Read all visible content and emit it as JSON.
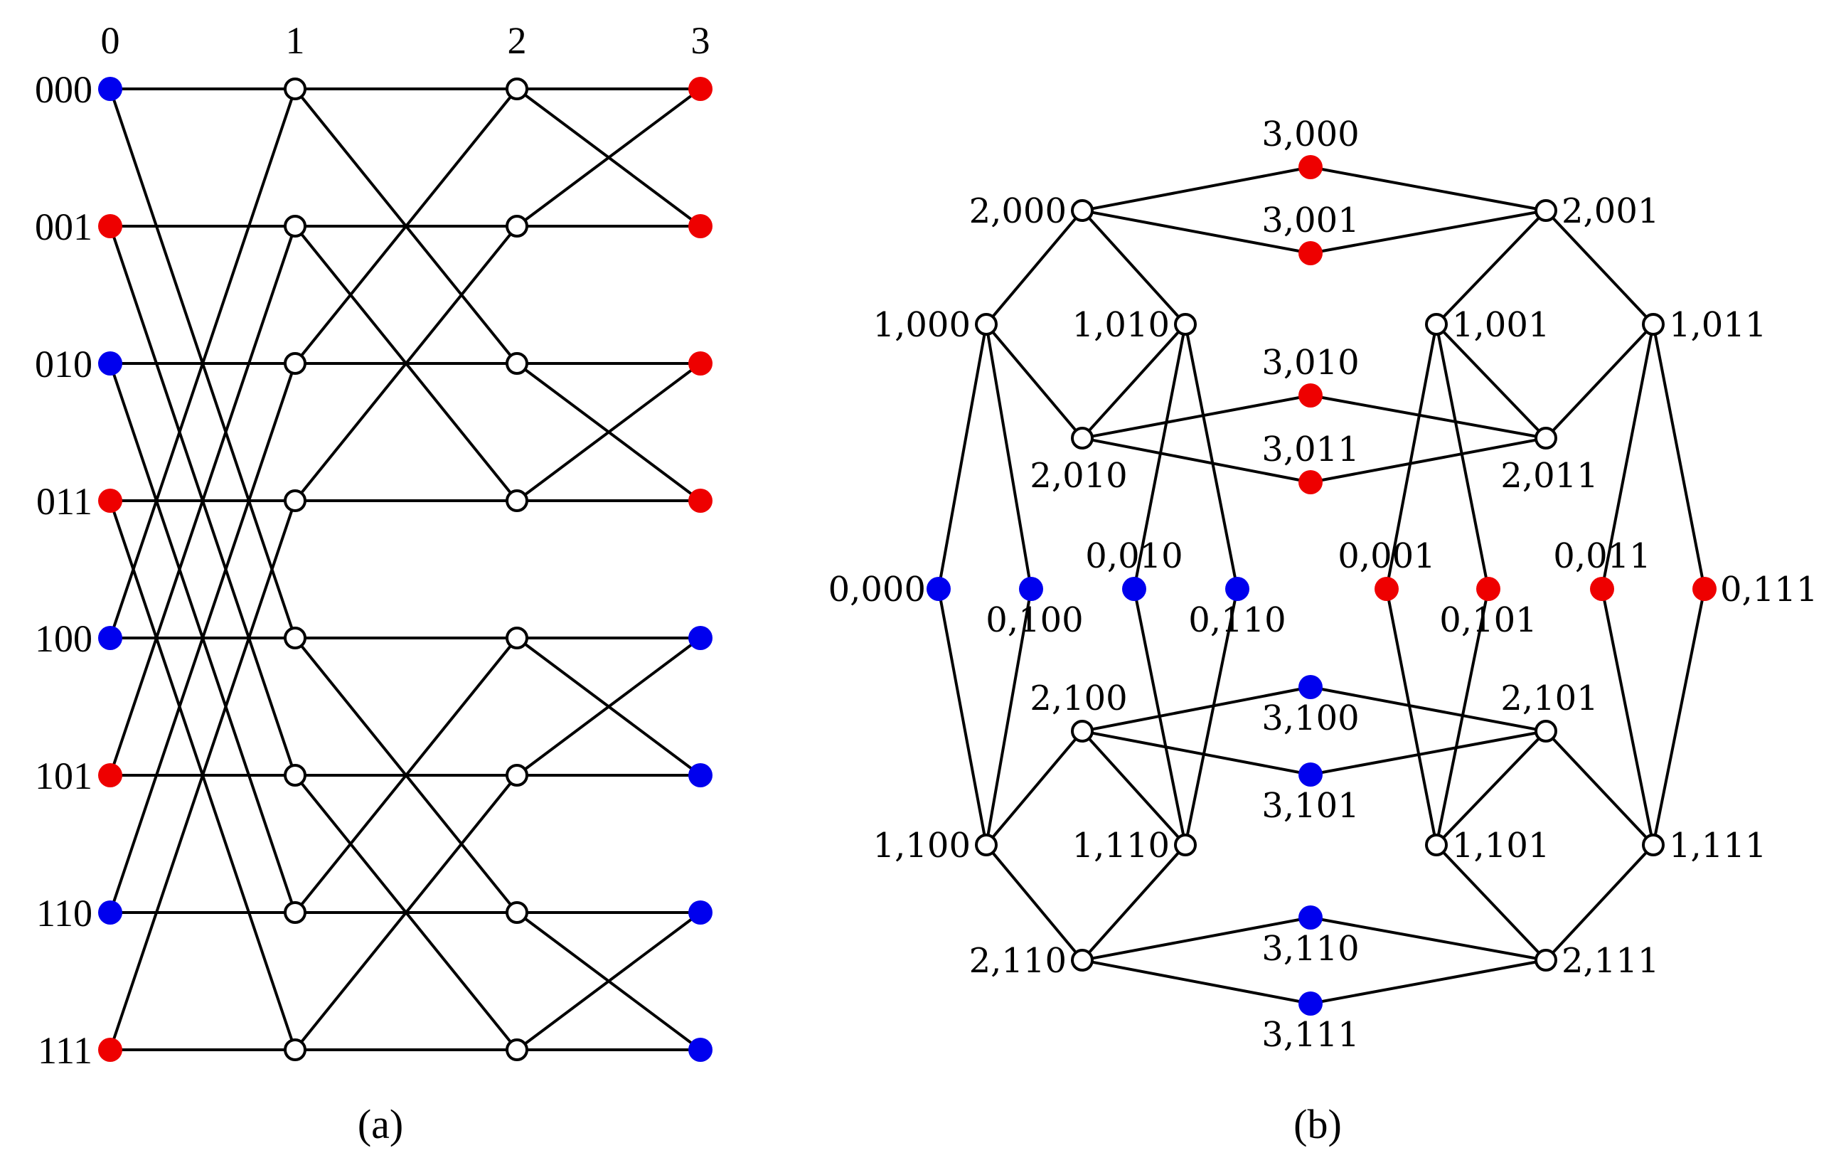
{
  "colors": {
    "blue": "#0000ee",
    "red": "#ee0000",
    "white": "#ffffff",
    "stroke": "#000000"
  },
  "panel_a": {
    "caption": "(a)",
    "level_labels": [
      "0",
      "1",
      "2",
      "3"
    ],
    "row_labels": [
      "000",
      "001",
      "010",
      "011",
      "100",
      "101",
      "110",
      "111"
    ],
    "level0_colors": [
      "blue",
      "red",
      "blue",
      "red",
      "blue",
      "red",
      "blue",
      "red"
    ],
    "level3_colors": [
      "red",
      "red",
      "red",
      "red",
      "blue",
      "blue",
      "blue",
      "blue"
    ]
  },
  "panel_b": {
    "caption": "(b)",
    "nodes": [
      {
        "id": "3,000",
        "label": "3,000",
        "color": "red"
      },
      {
        "id": "3,001",
        "label": "3,001",
        "color": "red"
      },
      {
        "id": "2,000",
        "label": "2,000",
        "color": "white"
      },
      {
        "id": "2,001",
        "label": "2,001",
        "color": "white"
      },
      {
        "id": "1,000",
        "label": "1,000",
        "color": "white"
      },
      {
        "id": "1,010",
        "label": "1,010",
        "color": "white"
      },
      {
        "id": "1,001",
        "label": "1,001",
        "color": "white"
      },
      {
        "id": "1,011",
        "label": "1,011",
        "color": "white"
      },
      {
        "id": "3,010",
        "label": "3,010",
        "color": "red"
      },
      {
        "id": "3,011",
        "label": "3,011",
        "color": "red"
      },
      {
        "id": "2,010",
        "label": "2,010",
        "color": "white"
      },
      {
        "id": "2,011",
        "label": "2,011",
        "color": "white"
      },
      {
        "id": "0,000",
        "label": "0,000",
        "color": "blue"
      },
      {
        "id": "0,100",
        "label": "0,100",
        "color": "blue"
      },
      {
        "id": "0,010",
        "label": "0,010",
        "color": "blue"
      },
      {
        "id": "0,110",
        "label": "0,110",
        "color": "blue"
      },
      {
        "id": "0,001",
        "label": "0,001",
        "color": "red"
      },
      {
        "id": "0,101",
        "label": "0,101",
        "color": "red"
      },
      {
        "id": "0,011",
        "label": "0,011",
        "color": "red"
      },
      {
        "id": "0,111",
        "label": "0,111",
        "color": "red"
      },
      {
        "id": "3,100",
        "label": "3,100",
        "color": "blue"
      },
      {
        "id": "3,101",
        "label": "3,101",
        "color": "blue"
      },
      {
        "id": "2,100",
        "label": "2,100",
        "color": "white"
      },
      {
        "id": "2,101",
        "label": "2,101",
        "color": "white"
      },
      {
        "id": "1,100",
        "label": "1,100",
        "color": "white"
      },
      {
        "id": "1,110",
        "label": "1,110",
        "color": "white"
      },
      {
        "id": "1,101",
        "label": "1,101",
        "color": "white"
      },
      {
        "id": "1,111",
        "label": "1,111",
        "color": "white"
      },
      {
        "id": "3,110",
        "label": "3,110",
        "color": "blue"
      },
      {
        "id": "3,111",
        "label": "3,111",
        "color": "blue"
      },
      {
        "id": "2,110",
        "label": "2,110",
        "color": "white"
      },
      {
        "id": "2,111",
        "label": "2,111",
        "color": "white"
      }
    ],
    "edges": [
      [
        "2,000",
        "3,000"
      ],
      [
        "2,000",
        "3,001"
      ],
      [
        "2,001",
        "3,000"
      ],
      [
        "2,001",
        "3,001"
      ],
      [
        "2,010",
        "3,010"
      ],
      [
        "2,010",
        "3,011"
      ],
      [
        "2,011",
        "3,010"
      ],
      [
        "2,011",
        "3,011"
      ],
      [
        "2,100",
        "3,100"
      ],
      [
        "2,100",
        "3,101"
      ],
      [
        "2,101",
        "3,100"
      ],
      [
        "2,101",
        "3,101"
      ],
      [
        "2,110",
        "3,110"
      ],
      [
        "2,110",
        "3,111"
      ],
      [
        "2,111",
        "3,110"
      ],
      [
        "2,111",
        "3,111"
      ],
      [
        "1,000",
        "2,000"
      ],
      [
        "1,000",
        "2,010"
      ],
      [
        "1,010",
        "2,000"
      ],
      [
        "1,010",
        "2,010"
      ],
      [
        "1,001",
        "2,001"
      ],
      [
        "1,001",
        "2,011"
      ],
      [
        "1,011",
        "2,001"
      ],
      [
        "1,011",
        "2,011"
      ],
      [
        "1,100",
        "2,100"
      ],
      [
        "1,100",
        "2,110"
      ],
      [
        "1,110",
        "2,100"
      ],
      [
        "1,110",
        "2,110"
      ],
      [
        "1,101",
        "2,101"
      ],
      [
        "1,101",
        "2,111"
      ],
      [
        "1,111",
        "2,101"
      ],
      [
        "1,111",
        "2,111"
      ],
      [
        "0,000",
        "1,000"
      ],
      [
        "0,000",
        "1,100"
      ],
      [
        "0,100",
        "1,000"
      ],
      [
        "0,100",
        "1,100"
      ],
      [
        "0,010",
        "1,010"
      ],
      [
        "0,010",
        "1,110"
      ],
      [
        "0,110",
        "1,010"
      ],
      [
        "0,110",
        "1,110"
      ],
      [
        "0,001",
        "1,001"
      ],
      [
        "0,001",
        "1,101"
      ],
      [
        "0,101",
        "1,001"
      ],
      [
        "0,101",
        "1,101"
      ],
      [
        "0,011",
        "1,011"
      ],
      [
        "0,011",
        "1,111"
      ],
      [
        "0,111",
        "1,011"
      ],
      [
        "0,111",
        "1,111"
      ]
    ]
  }
}
